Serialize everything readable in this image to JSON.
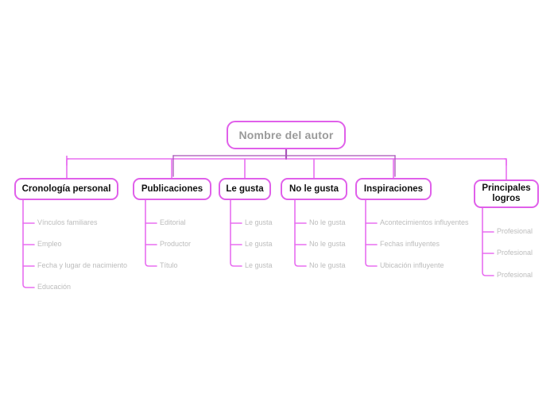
{
  "diagram": {
    "type": "mind-map",
    "title_node": "Nombre del autor",
    "colors": {
      "node_border": "#e060ea",
      "connector_light": "#e86ef0",
      "connector_dark": "#a855b8",
      "root_text": "#9a9a9a",
      "branch_text": "#111111",
      "leaf_text": "#bcbcbc",
      "background": "#ffffff"
    },
    "root": {
      "label": "Nombre del autor"
    },
    "branches": [
      {
        "label": "Cronología personal",
        "leaves": [
          "Vínculos familiares",
          "Empleo",
          "Fecha y lugar de nacimiento",
          "Educación"
        ]
      },
      {
        "label": "Publicaciones",
        "leaves": [
          "Editorial",
          "Productor",
          "Título"
        ]
      },
      {
        "label": "Le gusta",
        "leaves": [
          "Le gusta",
          "Le gusta",
          "Le gusta"
        ]
      },
      {
        "label": "No le gusta",
        "leaves": [
          "No le gusta",
          "No le gusta",
          "No le gusta"
        ]
      },
      {
        "label": "Inspiraciones",
        "leaves": [
          "Acontecimientos influyentes",
          "Fechas influyentes",
          "Ubicación influyente"
        ]
      },
      {
        "label": "Principales logros",
        "label_line1": "Principales",
        "label_line2": "logros",
        "leaves": [
          "Profesional",
          "Profesional",
          "Profesional"
        ]
      }
    ]
  }
}
